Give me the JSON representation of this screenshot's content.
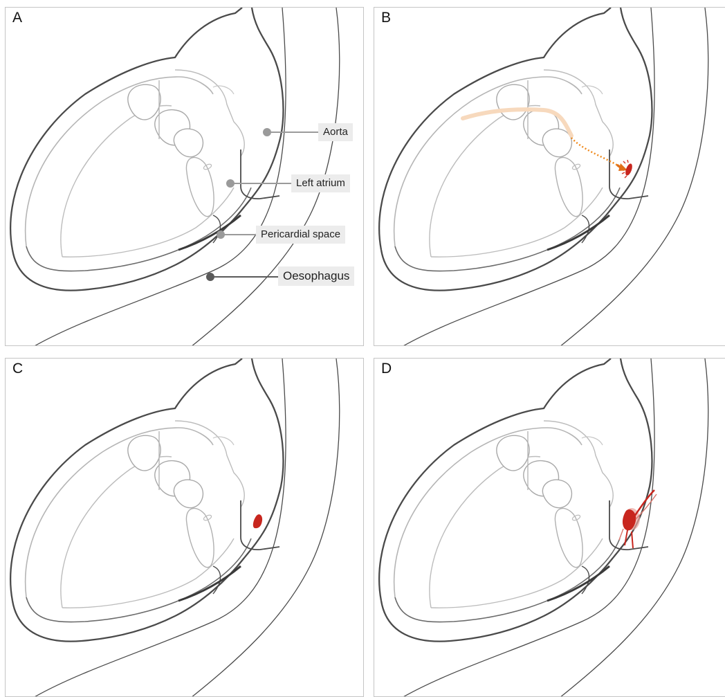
{
  "panels": [
    {
      "letter": "A"
    },
    {
      "letter": "B"
    },
    {
      "letter": "C"
    },
    {
      "letter": "D"
    }
  ],
  "labels": {
    "aorta": "Aorta",
    "left_atrium": "Left atrium",
    "pericardial_space": "Pericardial space",
    "oesophagus": "Oesophagus"
  },
  "colors": {
    "outline_dark": "#4a4a4a",
    "outline_light": "#b5b5b5",
    "label_bg": "#ececec",
    "leader_light": "#9a9a9a",
    "leader_dark": "#5a5a5a",
    "catheter_path": "#f7d9bd",
    "ablation_energy": "#ef8a1e",
    "lesion_red": "#c8261e",
    "lesion_pink": "#e9a39b"
  },
  "icons": {
    "catheter": "catheter-icon",
    "energy": "energy-arrow-icon",
    "lesion": "lesion-icon",
    "fistula": "fistula-icon"
  }
}
